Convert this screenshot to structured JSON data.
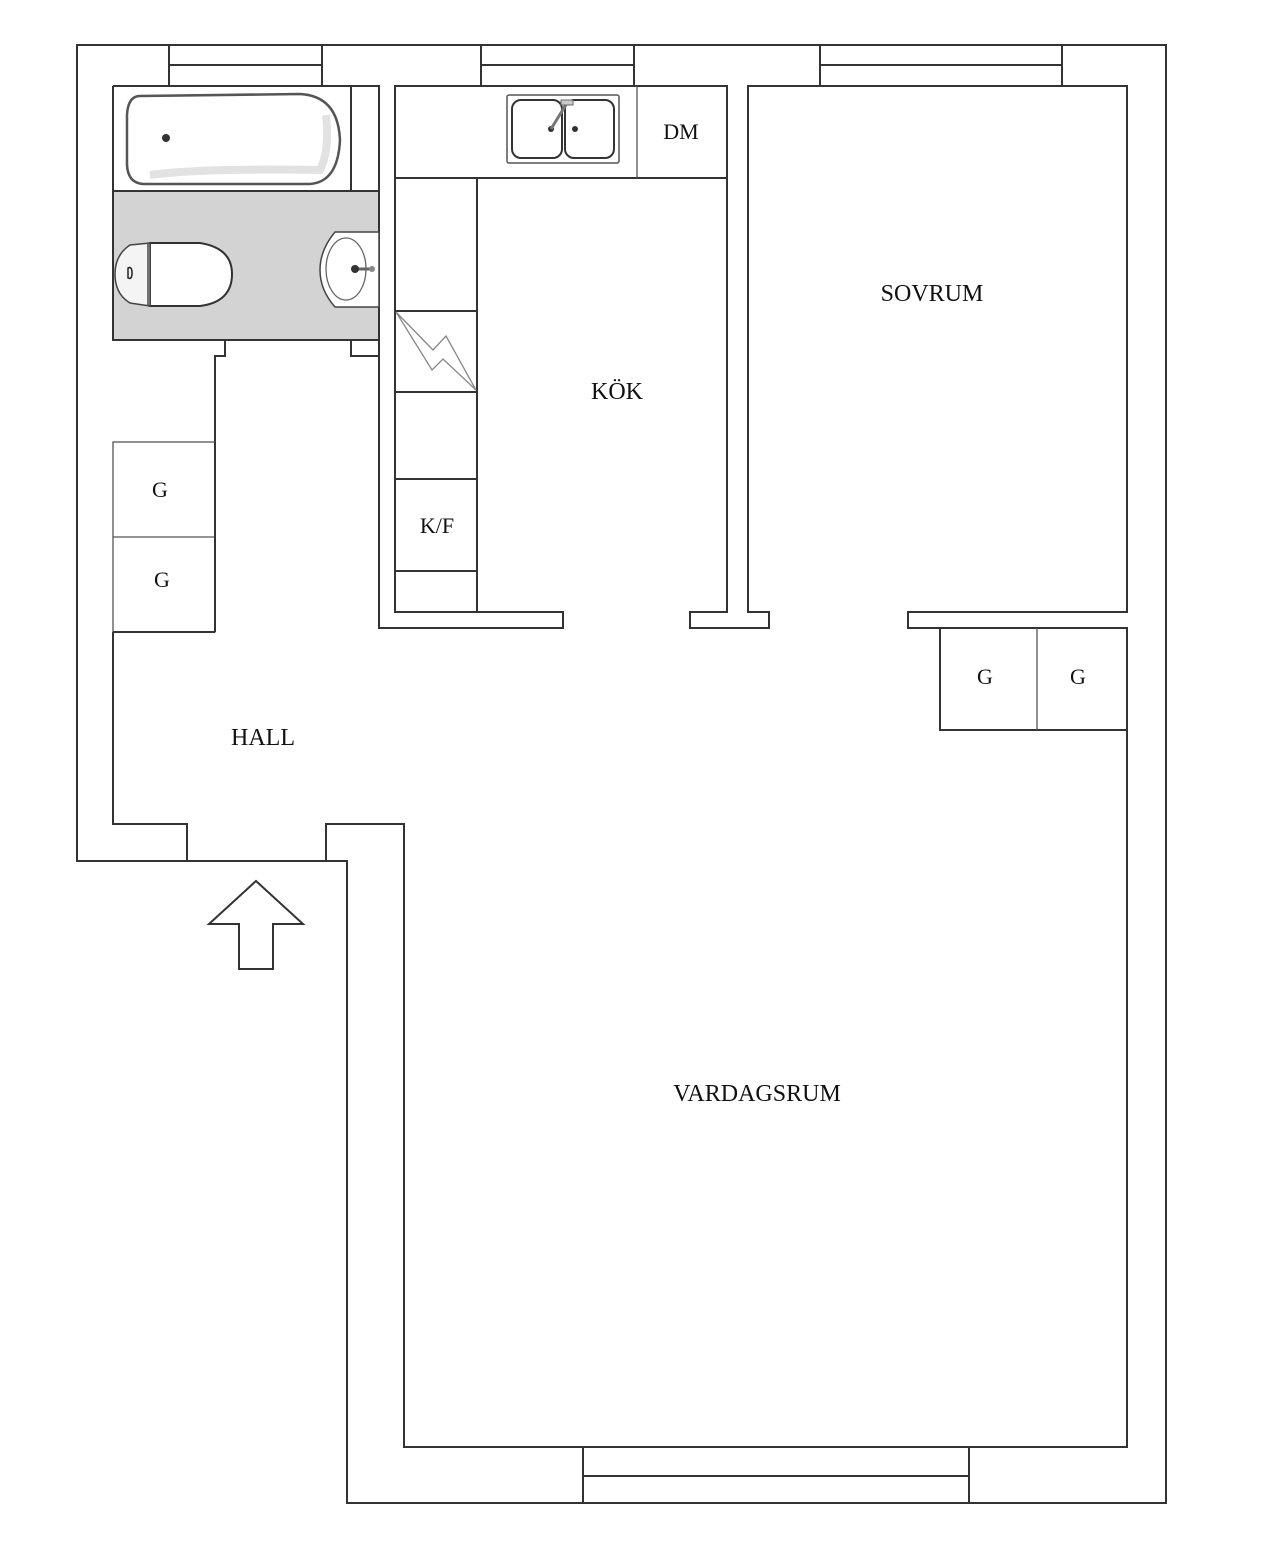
{
  "colors": {
    "wall": "#333333",
    "bathroom_floor": "#d3d3d3",
    "background": "#ffffff",
    "text": "#111111"
  },
  "rooms": {
    "kitchen": "KÖK",
    "bedroom": "SOVRUM",
    "hall": "HALL",
    "living_room": "VARDAGSRUM"
  },
  "fixtures": {
    "dishwasher": "DM",
    "fridge_freezer": "K/F",
    "hall_wardrobe_1": "G",
    "hall_wardrobe_2": "G",
    "living_wardrobe_1": "G",
    "living_wardrobe_2": "G"
  },
  "icons": {
    "bathtub": "bathtub-icon",
    "toilet": "toilet-icon",
    "washbasin": "washbasin-icon",
    "kitchen_sink": "double-sink-icon",
    "stove": "stove-lightning-icon",
    "entrance": "entrance-arrow-icon"
  }
}
